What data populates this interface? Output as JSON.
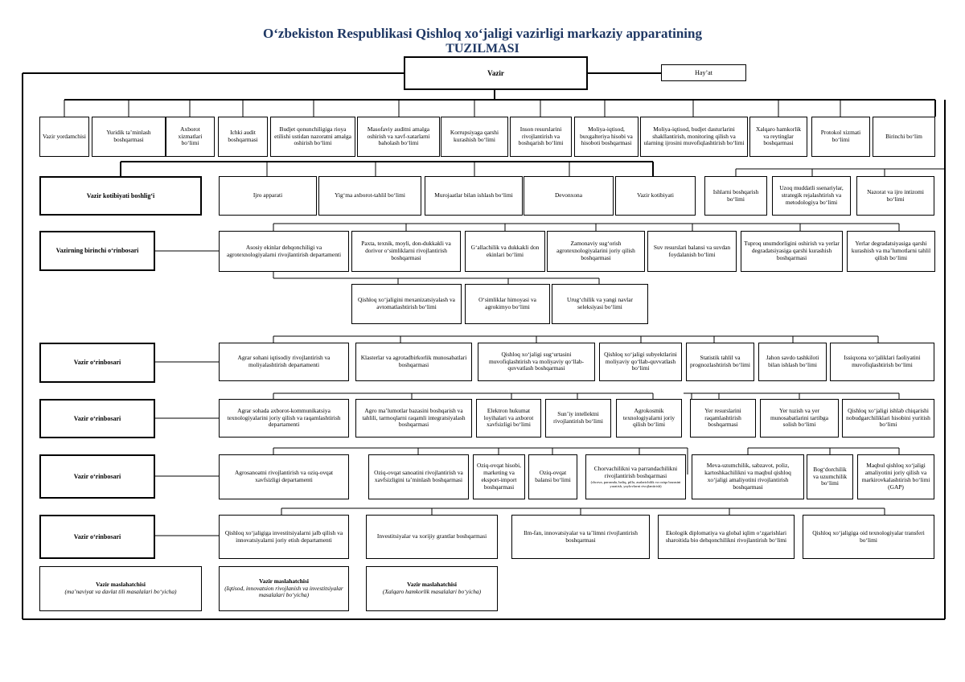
{
  "header": {
    "title_line1": "O‘zbekiston Respublikasi Qishloq xo‘jaligi vazirligi markaziy apparatining",
    "title_line2": "TUZILMASI"
  },
  "top": {
    "vazir": "Vazir",
    "hayat": "Hay’at"
  },
  "row1": [
    "Vazir yordamchisi",
    "Yuridik ta’minlash boshqarmasi",
    "Axborot xizmatlari bo‘limi",
    "Ichki audit boshqarmasi",
    "Budjet qonunchiligiga rioya etilishi ustidan nazoratni amalga oshirish bo‘limi",
    "Masofaviy auditni amalga oshirish va xavf-xatarlarni baholash bo‘limi",
    "Korrupsiyaga qarshi kurashish bo‘limi",
    "Inson resurslarini rivojlantirish va boshqarish bo‘limi",
    "Moliya-iqtisod, buxgalteriya hisobi va hisoboti boshqarmasi",
    "Moliya-iqtisod, budjet dasturlarini shakllantirish, monitoring qilish va ularning ijrosini muvofiqlashtirish bo‘limi",
    "Xalqaro hamkorlik va reytinglar boshqarmasi",
    "Protokol xizmati bo‘limi",
    "Birinchi bo‘lim"
  ],
  "row2": {
    "head": "Vazir kotibiyati boshlig‘i",
    "items": [
      "Ijro apparati",
      "Yig‘ma axborot-tahlil bo‘limi",
      "Murojaatlar bilan ishlash bo‘limi",
      "Devonxona",
      "Vazir kotibiyati"
    ],
    "right": [
      "Ishlarni boshqarish bo‘limi",
      "Uzoq muddatli ssenariylar, strategik rejalashtirish va metodologiya bo‘limi",
      "Nazorat va ijro intizomi bo‘limi"
    ]
  },
  "row3": {
    "head": "Vazirning birinchi o‘rinbosari",
    "items": [
      "Asosiy ekinlar dehqonchiligi va agrotexnologiyalarni rivojlantirish departamenti",
      "Paxta, texnik, moyli, don-dukkakli va dorivor o‘simliklarni rivojlantirish boshqarmasi",
      "G‘allachilik va dukkakli don ekinlari bo‘limi",
      "Zamonaviy sug‘orish agrotexnologiyalarini joriy qilish boshqarmasi",
      "Suv resurslari balansi va suvdan foydalanish bo‘limi",
      "Tuproq unumdorligini oshirish va yerlar degradatsiyasiga qarshi kurashish boshqarmasi",
      "Yerlar degradatsiyasiga qarshi kurashish va ma’lumotlarni tahlil qilish bo‘limi"
    ],
    "sub": [
      "Qishloq xo‘jaligini mexanizatsiyalash va avtomatlashtirish bo‘limi",
      "O‘simliklar himoyasi va agrokimyo bo‘limi",
      "Urug‘chilik va yangi navlar seleksiyasi bo‘limi"
    ]
  },
  "row4": {
    "head": "Vazir o‘rinbosari",
    "items": [
      "Agrar sohani iqtisodiy rivojlantirish va moliyalashtirish departamenti",
      "Klasterlar va agrotadbirkorlik munosabatlari boshqarmasi",
      "Qishloq xo‘jaligi sug‘urtasini muvofiqlashtirish va moliyaviy qo‘llab-quvvatlash boshqarmasi",
      "Qishloq xo‘jaligi subyektlarini moliyaviy qo‘llab-quvvatlash bo‘limi",
      "Statistik tahlil va prognozlashtirish bo‘limi",
      "Jahon savdo tashkiloti bilan ishlash bo‘limi",
      "Issiqxona xo‘jaliklari faoliyatini muvofiqlashtirish bo‘limi"
    ]
  },
  "row5": {
    "head": "Vazir o‘rinbosari",
    "items": [
      "Agrar sohada axborot-kommunikatsiya texnologiyalarini joriy qilish va raqamlashtirish departamenti",
      "Agro ma’lumotlar bazasini boshqarish va tahlili, tarmoqlarni raqamli integratsiyalash boshqarmasi",
      "Elektron hukumat loyihalari va axborot xavfsizligi bo‘limi",
      "Sun’iy intellektni rivojlantirish bo‘limi",
      "Agrokosmik texnologiyalarni joriy qilish bo‘limi",
      "Yer resurslarini raqamlashtirish boshqarmasi",
      "Yer tuzish va yer munosabatlarini tartibga solish bo‘limi",
      "Qishloq xo‘jaligi ishlab chiqarishi nobudgarchiliklari hisobini yuritish bo‘limi"
    ]
  },
  "row6": {
    "head": "Vazir o‘rinbosari",
    "items": [
      "Agrosanoatni rivojlantirish va oziq-ovqat xavfsizligi departamenti",
      "Oziq-ovqat sanoatini rivojlantirish va xavfsizligini ta’minlash boshqarmasi",
      "Oziq-ovqat hisobi, marketing va eksport-import boshqarmasi",
      "Oziq-ovqat balansi bo‘limi",
      "Chorvachilikni va parrandachilikni rivojlantirish boshqarmasi",
      "Meva-uzumchilik, sabzavot, poliz, kartoshkachilikni va maqbul qishloq xo‘jaligi amaliyotini rivojlantirish boshqarmasi",
      "Bog‘dorchilik va uzumchilik bo‘limi",
      "Maqbul qishloq xo‘jaligi amaliyotini joriy qilish va markirovkalashtirish bo‘limi (GAP)"
    ],
    "chorva_note": "(chorva, parranda, baliq, pillа, asalarichilik va oziqa bazasini yaratish, yaylovlarni rivojlantirish)"
  },
  "row7": {
    "head": "Vazir o‘rinbosari",
    "items": [
      "Qishloq xo‘jaligiga investitsiyalarni jalb qilish va innovatsiyalarni joriy etish departamenti",
      "Investitsiyalar va xorijiy grantlar boshqarmasi",
      "Ilm-fan, innovatsiyalar va ta’limni rivojlantirish boshqarmasi",
      "Ekologik diplomatiya va global iqlim o‘zgarishlari sharoitida bio dehqonchilikni rivojlantirish bo‘limi",
      "Qishloq xo‘jaligiga oid texnologiyalar transferi bo‘limi"
    ]
  },
  "row8": [
    {
      "title": "Vazir maslahatchisi",
      "sub": "(ma’naviyat va davlat tili masalalari bo‘yicha)"
    },
    {
      "title": "Vazir maslahatchisi",
      "sub": "(Iqtisod, innovatsion rivojlanish va investitsiyalar masalalari bo‘yicha)"
    },
    {
      "title": "Vazir maslahatchisi",
      "sub": "(Xalqaro hamkorlik masalalari bo‘yicha)"
    }
  ]
}
